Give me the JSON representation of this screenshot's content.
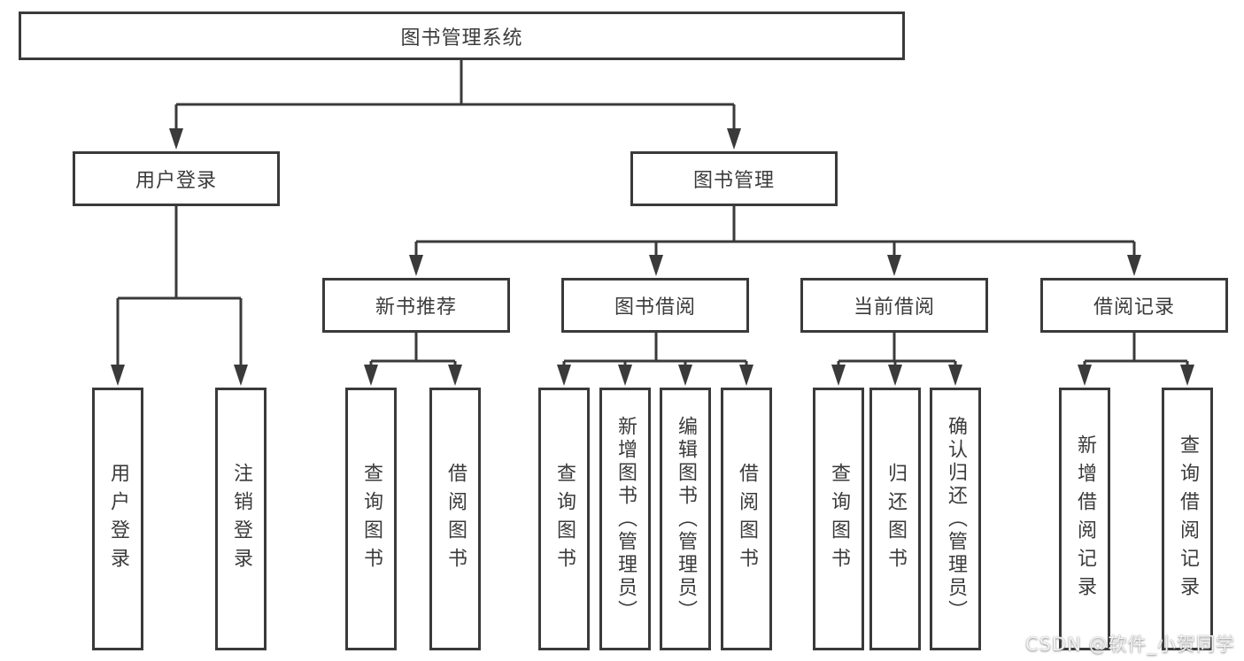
{
  "tree": {
    "label": "图书管理系统",
    "children": [
      {
        "label": "用户登录",
        "children": [
          {
            "label": "用户登录"
          },
          {
            "label": "注销登录"
          }
        ]
      },
      {
        "label": "图书管理",
        "children": [
          {
            "label": "新书推荐",
            "children": [
              {
                "label": "查询图书"
              },
              {
                "label": "借阅图书"
              }
            ]
          },
          {
            "label": "图书借阅",
            "children": [
              {
                "label": "查询图书"
              },
              {
                "label": "新增图书（管理员）"
              },
              {
                "label": "编辑图书（管理员）"
              },
              {
                "label": "借阅图书"
              }
            ]
          },
          {
            "label": "当前借阅",
            "children": [
              {
                "label": "查询图书"
              },
              {
                "label": "归还图书"
              },
              {
                "label": "确认归还（管理员）"
              }
            ]
          },
          {
            "label": "借阅记录",
            "children": [
              {
                "label": "新增借阅记录"
              },
              {
                "label": "查询借阅记录"
              }
            ]
          }
        ]
      }
    ]
  },
  "watermark": "CSDN @软件_小贺同学",
  "colors": {
    "line": "#3a3a3a",
    "text": "#3b3b3b",
    "box_background": "#ffffff",
    "watermark_text": "#f2f2f2"
  }
}
